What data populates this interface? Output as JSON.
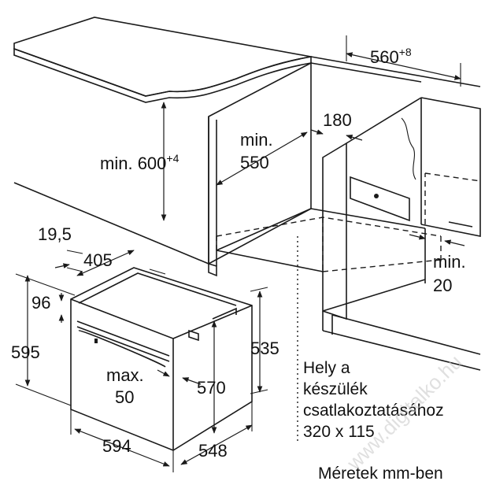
{
  "dimensions": {
    "depth_top": {
      "value": "560",
      "sup": "+8"
    },
    "height_niche": {
      "prefix": "min. ",
      "value": "600",
      "sup": "+4"
    },
    "depth_niche": {
      "line1": "min.",
      "line2": "550"
    },
    "rear_gap": "180",
    "side_gap": {
      "line1": "min.",
      "line2": "20"
    },
    "frame_thickness": "19,5",
    "body_depth": "405",
    "front_offset": "96",
    "total_height": "595",
    "body_height": "535",
    "inner_height": "570",
    "max_protrusion": {
      "line1": "max.",
      "line2": "50"
    },
    "total_width": "594",
    "total_depth": "548"
  },
  "notes": {
    "connection_area": {
      "line1": "Hely a",
      "line2": "készülék",
      "line3": "csatlakoztatásához",
      "line4": "320 x 115"
    },
    "units": "Méretek mm-ben"
  },
  "watermark": "www.digitalko.hu"
}
